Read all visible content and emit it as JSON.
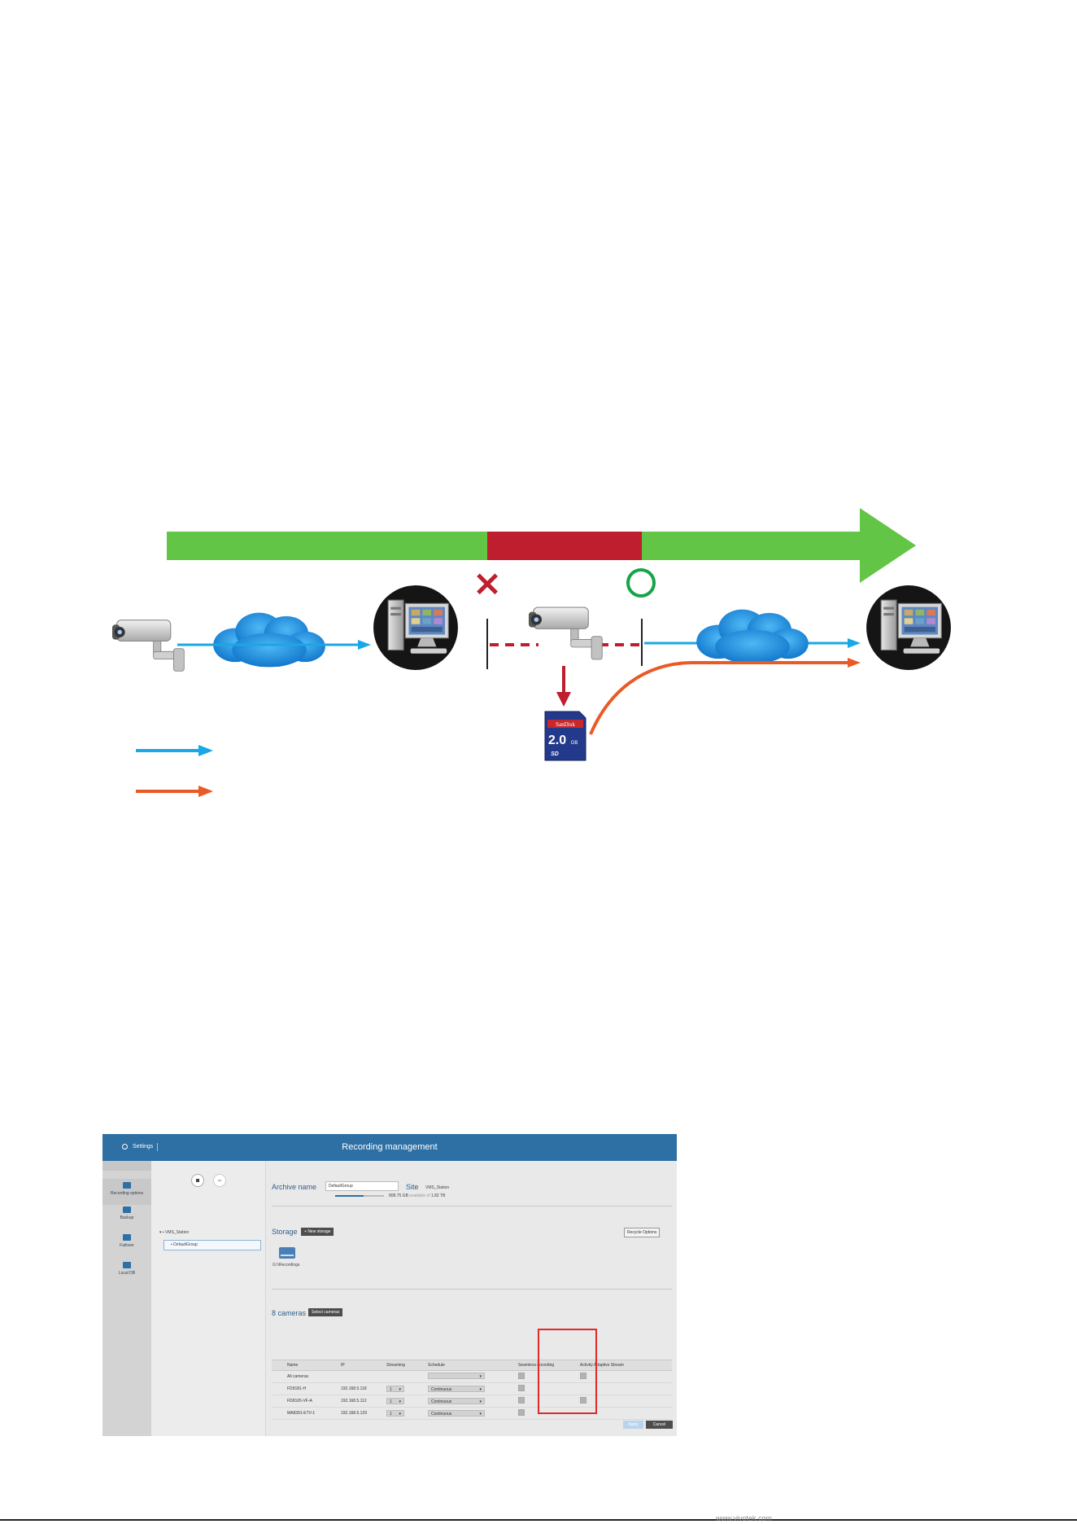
{
  "diagram": {
    "fail_mark": "×",
    "sd_card": {
      "brand": "SanDisk",
      "capacity": "2.0",
      "unit": "GB",
      "logo": "SD"
    },
    "colors": {
      "timeline_green": "#63c545",
      "timeline_red": "#be1e2d",
      "stream_blue": "#1aa7e6",
      "stream_orange": "#ea5a24",
      "cloud_blue": "#1b96e4",
      "ok_green": "#16a34a"
    }
  },
  "ui": {
    "header": {
      "settings_label": "Settings",
      "title": "Recording management"
    },
    "sidebar": [
      {
        "label": "Recording options",
        "icon": "calendar-icon"
      },
      {
        "label": "Backup",
        "icon": "monitor-icon"
      },
      {
        "label": "Failover",
        "icon": "list-icon"
      },
      {
        "label": "Local DB",
        "icon": "database-icon"
      }
    ],
    "tree": {
      "root": "VMS_Station",
      "child": "DefaultGroup"
    },
    "archive": {
      "label": "Archive name",
      "value": "DefaultGroup",
      "site_label": "Site",
      "site_value": "VMS_Station",
      "free": "808.75 GB",
      "free_mid": "available of",
      "total": "1.82 TB"
    },
    "storage": {
      "label": "Storage",
      "new_button": "New storage",
      "recycle_button": "Recycle Options",
      "path": "G:\\\\Recordings"
    },
    "cameras": {
      "label": "8 cameras",
      "select_button": "Select cameras",
      "columns": [
        "Name",
        "IP",
        "Streaming",
        "Schedule",
        "Seamless recording",
        "Activity Adaptive Stream"
      ],
      "rows": [
        {
          "name": "All cameras",
          "ip": "",
          "streaming": "",
          "schedule": ""
        },
        {
          "name": "FD9181-H",
          "ip": "192.168.5.118",
          "streaming": "1",
          "schedule": "Continuous"
        },
        {
          "name": "FD8165-VF-A",
          "ip": "192.168.5.112",
          "streaming": "1",
          "schedule": "Continuous"
        },
        {
          "name": "MA8391-ETV-1",
          "ip": "192.168.5.129",
          "streaming": "1",
          "schedule": "Continuous"
        }
      ]
    },
    "footer": {
      "apply": "Apply",
      "cancel": "Cancel"
    }
  },
  "page": {
    "footer_text": "www.vivotek.com"
  }
}
